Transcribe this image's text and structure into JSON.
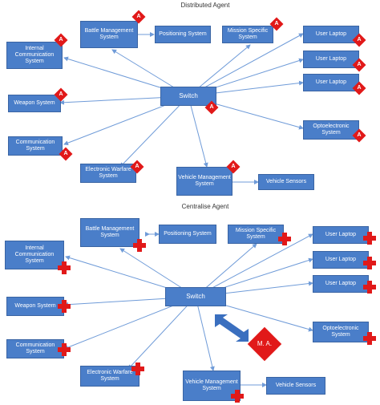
{
  "diagrams": [
    {
      "title": "Distributed Agent",
      "nodes": {
        "bms": "Battle Management System",
        "pos": "Positioning System",
        "mss": "Mission Specific System",
        "ics": "Internal Communication System",
        "weap": "Weapon System",
        "comm": "Communication System",
        "ews": "Electronic Warfare System",
        "switch": "Switch",
        "vms": "Vehicle Management System",
        "vs": "Vehicle Sensors",
        "ul1": "User Laptop",
        "ul2": "User Laptop",
        "ul3": "User Laptop",
        "opto": "Optoelectronic System"
      },
      "agent_marker": "A"
    },
    {
      "title": "Centralise Agent",
      "nodes": {
        "bms": "Battle Management System",
        "pos": "Positioning System",
        "mss": "Mission Specific System",
        "ics": "Internal Communication System",
        "weap": "Weapon System",
        "comm": "Communication System",
        "ews": "Electronic Warfare System",
        "switch": "Switch",
        "vms": "Vehicle Management System",
        "vs": "Vehicle Sensors",
        "ul1": "User Laptop",
        "ul2": "User Laptop",
        "ul3": "User Laptop",
        "opto": "Optoelectronic System"
      },
      "central_agent": "M. A."
    }
  ],
  "colors": {
    "node": "#4a7ec9",
    "agent": "#e11919",
    "edge": "#6f9bd8"
  }
}
